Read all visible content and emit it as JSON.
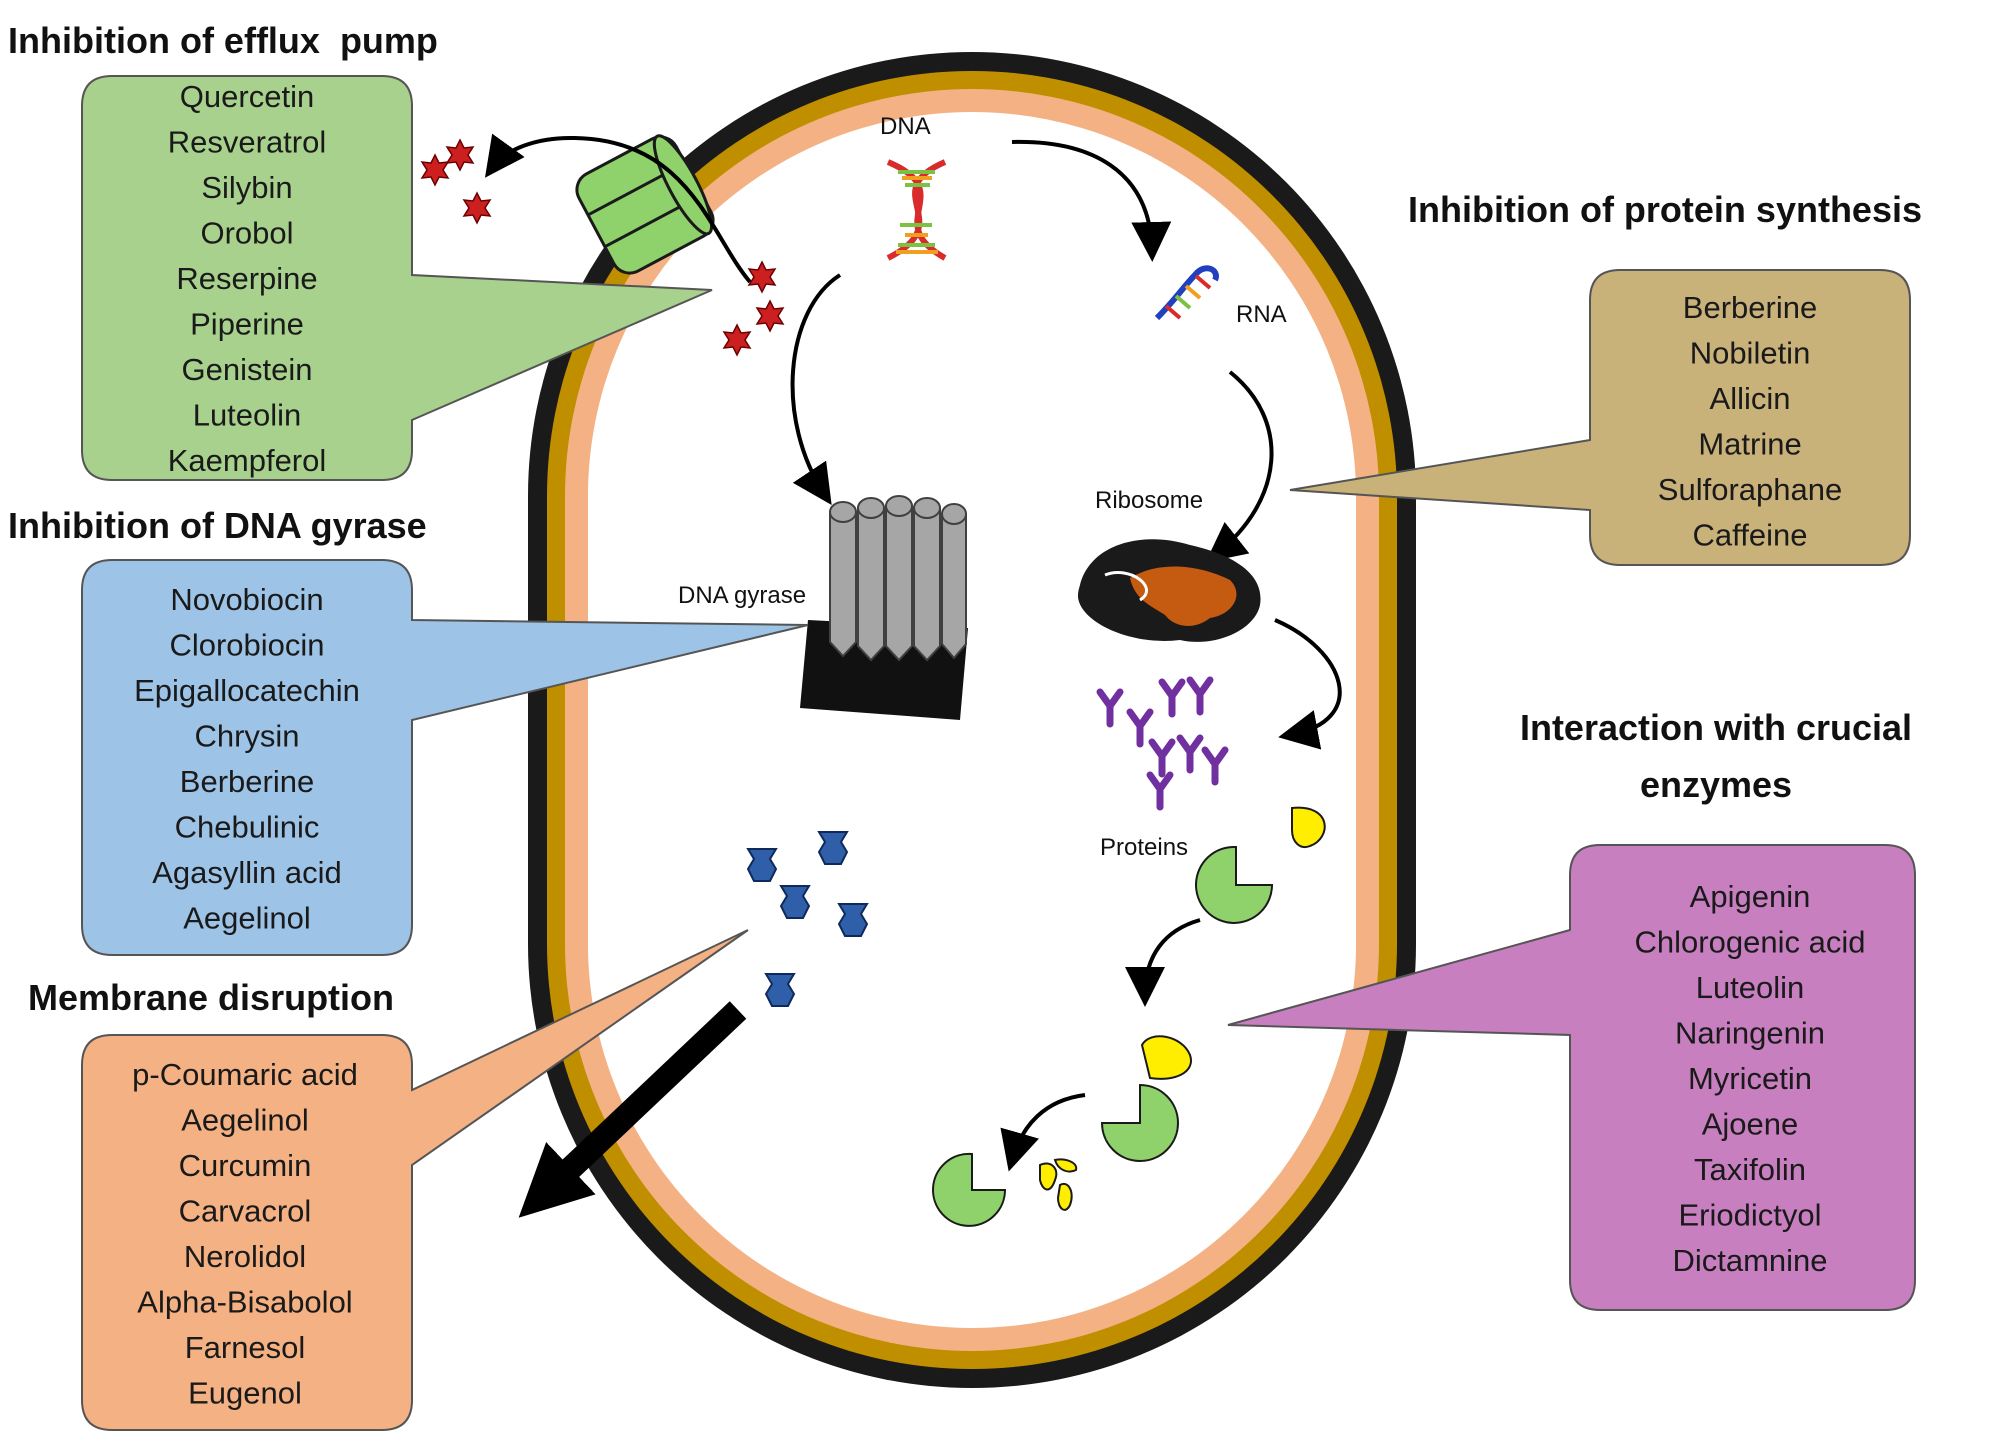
{
  "headings": {
    "efflux": "Inhibition of efflux  pump",
    "gyrase": "Inhibition of DNA gyrase",
    "membrane": "Membrane disruption",
    "protein": "Inhibition of protein synthesis",
    "enzymes_line1": "Interaction with crucial",
    "enzymes_line2": "enzymes"
  },
  "boxes": {
    "efflux": {
      "color": "#a9d18e",
      "items": [
        "Quercetin",
        "Resveratrol",
        "Silybin",
        "Orobol",
        "Reserpine",
        "Piperine",
        "Genistein",
        "Luteolin",
        "Kaempferol"
      ]
    },
    "gyrase": {
      "color": "#9dc3e6",
      "items": [
        "Novobiocin",
        "Clorobiocin",
        "Epigallocatechin",
        "Chrysin",
        "Berberine",
        "Chebulinic",
        "Agasyllin acid",
        "Aegelinol"
      ]
    },
    "membrane": {
      "color": "#f4b183",
      "items": [
        "p-Coumaric acid",
        "Aegelinol",
        "Curcumin",
        "Carvacrol",
        "Nerolidol",
        "Alpha-Bisabolol",
        "Farnesol",
        "Eugenol"
      ]
    },
    "protein": {
      "color": "#c9b17a",
      "items": [
        "Berberine",
        "Nobiletin",
        "Allicin",
        "Matrine",
        "Sulforaphane",
        "Caffeine"
      ]
    },
    "enzymes": {
      "color": "#c77fc0",
      "items": [
        "Apigenin",
        "Chlorogenic acid",
        "Luteolin",
        "Naringenin",
        "Myricetin",
        "Ajoene",
        "Taxifolin",
        "Eriodictyol",
        "Dictamnine"
      ]
    }
  },
  "cell_labels": {
    "dna": "DNA",
    "rna": "RNA",
    "ribosome": "Ribosome",
    "dna_gyrase": "DNA gyrase",
    "proteins": "Proteins"
  },
  "colors": {
    "outer_wall": "#1a1a1a",
    "wall_gold": "#bf8f00",
    "membrane_peach": "#f4b183",
    "efflux_pump": "#8fd16a",
    "drug_star": "#cc1f1f",
    "protein_y": "#7030a0",
    "disruptor": "#2e5fa8",
    "enzyme": "#8fd16a",
    "substrate": "#ffee00",
    "ribosome_rna": "#c55a11"
  }
}
